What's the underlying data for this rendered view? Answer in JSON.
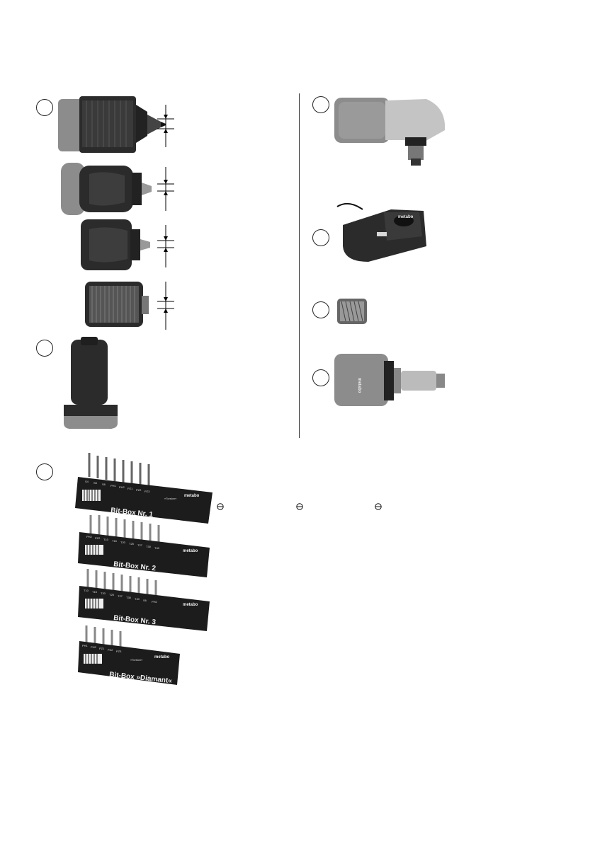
{
  "logos": {
    "metabo": "metabo"
  },
  "bit_boxes": [
    {
      "label": "Bit-Box Nr. 1",
      "brand": "metabo",
      "tag": "»Torsion«",
      "slots": [
        "S4",
        "S5",
        "S6",
        "PH1",
        "PH2",
        "PZ1",
        "PZ2",
        "PZ3"
      ]
    },
    {
      "label": "Bit-Box Nr. 2",
      "brand": "metabo",
      "slots": [
        "PH2",
        "PZ2",
        "T10",
        "T15",
        "T20",
        "T25",
        "T27",
        "T30",
        "T40"
      ]
    },
    {
      "label": "Bit-Box Nr. 3",
      "brand": "metabo",
      "slots": [
        "T10",
        "T15",
        "T20",
        "T25",
        "T27",
        "T30",
        "T40",
        "S6",
        "PH2"
      ]
    },
    {
      "label": "Bit-Box »Diamant«",
      "brand": "metabo",
      "tag": "»Torsion«",
      "slots": [
        "PH1",
        "PH2",
        "PZ1",
        "PZ2",
        "PZ3"
      ]
    }
  ],
  "colors": {
    "dark_body": "#2b2b2b",
    "grip_gray": "#8c8c8c",
    "tray_black": "#1c1c1c"
  }
}
